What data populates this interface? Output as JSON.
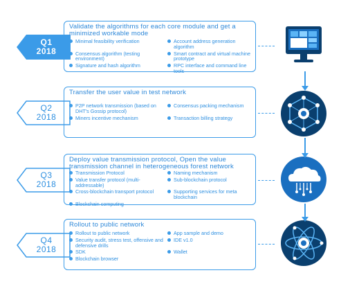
{
  "quarters": [
    {
      "quarter": "Q1",
      "year": "2018",
      "title": "Validate the algorithms for each core module and get a minimized workable mode",
      "items": [
        "Minimal feasibility verification",
        "Account address generation algorithm",
        "Consensus algorithm (testing environment)",
        "Smart contract and virtual machine prototype",
        "Signature and hash algorithm",
        "RPC interface and command line tools"
      ],
      "icon": "monitor-icon"
    },
    {
      "quarter": "Q2",
      "year": "2018",
      "title": "Transfer the user value in test network",
      "items": [
        "P2P network transmission (based on DHT's Gossip protocol)",
        "Consensus packing mechanism",
        "Miners incentive mechanism",
        "Transaction billing strategy"
      ],
      "icon": "network-hexagon-icon"
    },
    {
      "quarter": "Q3",
      "year": "2018",
      "title": "Deploy value transmission protocol, Open the value transmission channel in heterogeneous forest network",
      "items": [
        "Transmission Protocol",
        "Naming mechanism",
        "Value transfer protocol (multi-addressable)",
        "Sub-blockchain protocol",
        "Cross-blockchain transport protocol",
        "Supporting services for meta blockchain",
        "Blockchain computing"
      ],
      "icon": "cloud-circuit-icon"
    },
    {
      "quarter": "Q4",
      "year": "2018",
      "title": "Rollout to public network",
      "items": [
        "Rollout to public network",
        "App sample and demo",
        "Security audit, stress test, offensive and defensive drills",
        "IDE v1.0",
        "SDK",
        "Wallet",
        "Blockchain browser"
      ],
      "icon": "atom-icon"
    }
  ],
  "colors": {
    "accent": "#3b9be8",
    "text": "#2d8fe0",
    "icon_dark": "#0a3f6e",
    "icon_light": "#1a6fc0"
  }
}
